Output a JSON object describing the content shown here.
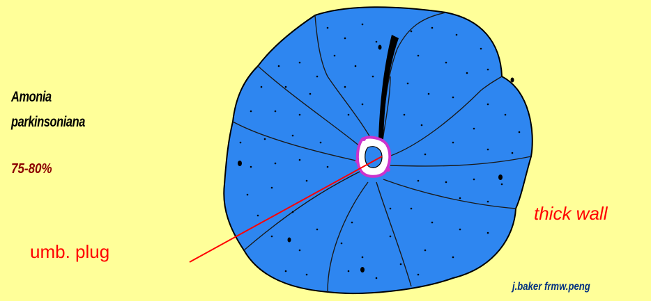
{
  "species": {
    "line1": "Amonia",
    "line2": "parkinsoniana"
  },
  "percentage": "75-80%",
  "labels": {
    "umb_plug": "umb. plug",
    "thick_wall": "thick wall"
  },
  "credit": "j.baker frmw.peng",
  "colors": {
    "background": "#FFFF99",
    "shell": "#2E86F0",
    "outline": "#000000",
    "label_red": "#FF0000",
    "umbilicus": "#CC33CC",
    "percent": "#8B0000",
    "credit": "#003080"
  }
}
